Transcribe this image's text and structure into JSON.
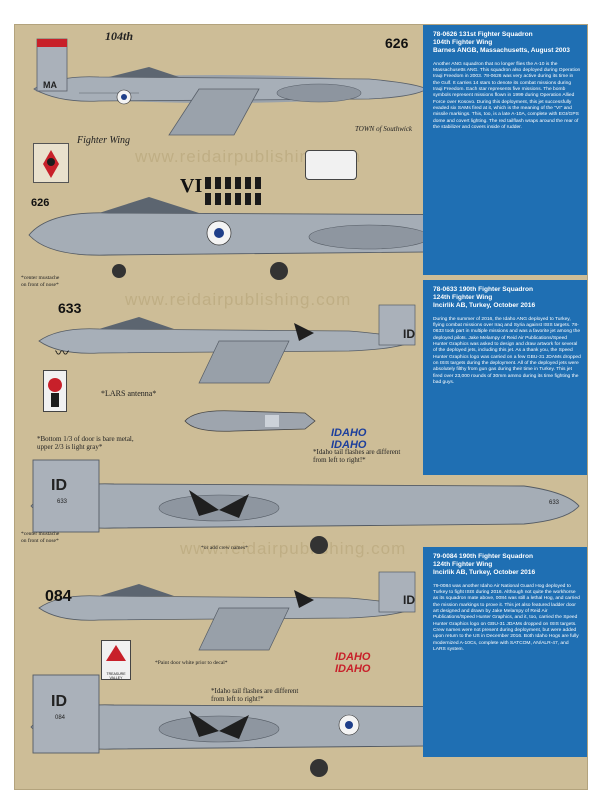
{
  "sheet": {
    "watermark": "www.reidairpublishing.com",
    "wing_logo": "Fighter Wing",
    "section1": {
      "heading": "78-0626 131st Fighter Squadron\n104th Fighter Wing\nBarnes ANGB, Massachusetts, August 2003",
      "body": "Another ANG squadron that no longer flies the A-10 is the Massachusetts ANG. This squadron also deployed during Operation Iraqi Freedom in 2003. 78-0626 was very active during its time in the Gulf. It carries 14 stars to denote its combat missions during Iraqi Freedom. Each star represents five missions. The bomb symbols represent missions flown in 1999 during Operation Allied Force over Kosovo. During this deployment, this jet successfully evaded six SAMs fired at it, which is the meaning of the \"VI\" and missile markings. This, too, is a late A-10A, complete with EGI/GPS dome and covert lighting. The red tailflash wraps around the rear of the stabilizer and covers inside of rudder.",
      "tail_text": "104th",
      "serial": "626",
      "state_code": "MA",
      "tail_serial": "626",
      "sam_count": "VI",
      "town": "TOWN of Southwick"
    },
    "section2": {
      "heading": "78-0633 190th Fighter Squadron\n124th Fighter Wing\nIncirlik AB, Turkey, October 2016",
      "body": "During the summer of 2016, the Idaho ANG deployed to Turkey, flying combat missions over Iraq and Syria against ISIS targets. 78-0633 took part in multiple missions and was a favorite jet among the deployed pilots. Jake Melampy of Reid Air Publications/Speed Hunter Graphics was asked to design and draw artwork for several of the deployed jets, including this jet. As a thank you, the Speed Hunter Graphics logo was carried on a few GBU-31 JDAMs dropped on ISIS targets during the deployment. All of the deployed jets were absolutely filthy from gun gas during their time in Turkey. This jet fired over 23,000 rounds of 30mm ammo during its time fighting the bad guys.",
      "serial": "633",
      "state_code": "ID",
      "tail_serial": "633",
      "tail_flash_text": "IDAHO",
      "note_mustache": "*center mustache\non front of nose*",
      "note_lars": "*LARS antenna*",
      "note_door": "*Bottom 1/3 of door is bare metal,\nupper 2/3 is light gray*",
      "note_flash": "*Idaho tail flashes are different\nfrom left to right!*"
    },
    "section3": {
      "heading": "79-0084 190th Fighter Squadron\n124th Fighter Wing\nIncirlik AB, Turkey, October 2016",
      "body": "79-0084 was another Idaho Air National Guard Hog deployed to Turkey to fight ISIS during 2016. Although not quite the workhorse as its squadron mate above, 0084 was still a lethal Hog, and carried the mission markings to prove it. This jet also featured ladder door art designed and drawn by Jake Melampy of Reid Air Publications/Speed Hunter Graphics, and it, too, carried the Speed Hunter Graphics logo on GBU-31 JDAMs dropped on ISIS targets. Crew names were not present during deployment, but were added upon return to the US in December 2016. Both Idaho Hogs are fully modernized A-10Cs, complete with SATCOM, AN/ALR-47, and LARS system.",
      "serial": "084",
      "state_code": "ID",
      "tail_serial": "084",
      "tail_flash_text": "IDAHO",
      "note_mustache": "*center mustache\non front of nose*",
      "note_crew": "*or add crew names*",
      "note_paint": "*Paint door white prior to decal*",
      "note_flash": "*Idaho tail flashes are different\nfrom left to right!*",
      "badge_text": "TREASURE VALLEY"
    }
  }
}
